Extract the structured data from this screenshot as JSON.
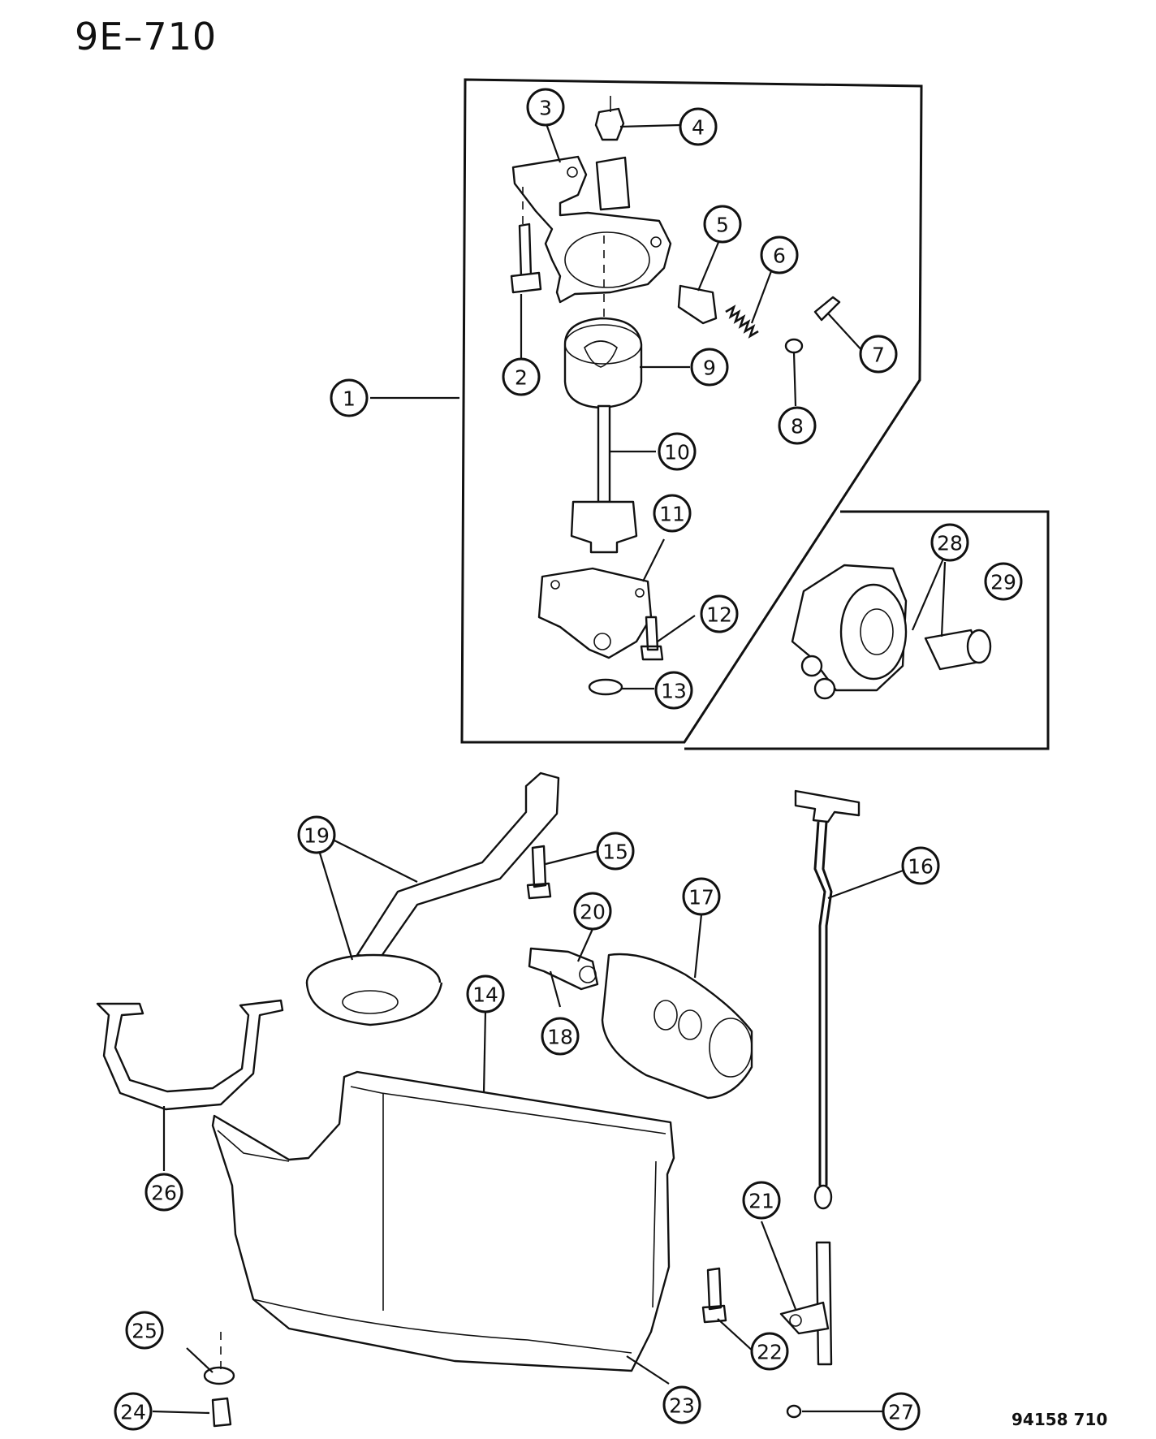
{
  "header": {
    "title": "9E–710"
  },
  "footer": {
    "drawing_code": "94158  710"
  },
  "callouts": {
    "c1": "1",
    "c2": "2",
    "c3": "3",
    "c4": "4",
    "c5": "5",
    "c6": "6",
    "c7": "7",
    "c8": "8",
    "c9": "9",
    "c10": "10",
    "c11": "11",
    "c12": "12",
    "c13": "13",
    "c14": "14",
    "c15": "15",
    "c16": "16",
    "c17": "17",
    "c18": "18",
    "c19a": "19",
    "c20": "20",
    "c21": "21",
    "c22": "22",
    "c23": "23",
    "c24": "24",
    "c25": "25",
    "c26": "26",
    "c27": "27",
    "c28": "28",
    "c29": "29"
  }
}
